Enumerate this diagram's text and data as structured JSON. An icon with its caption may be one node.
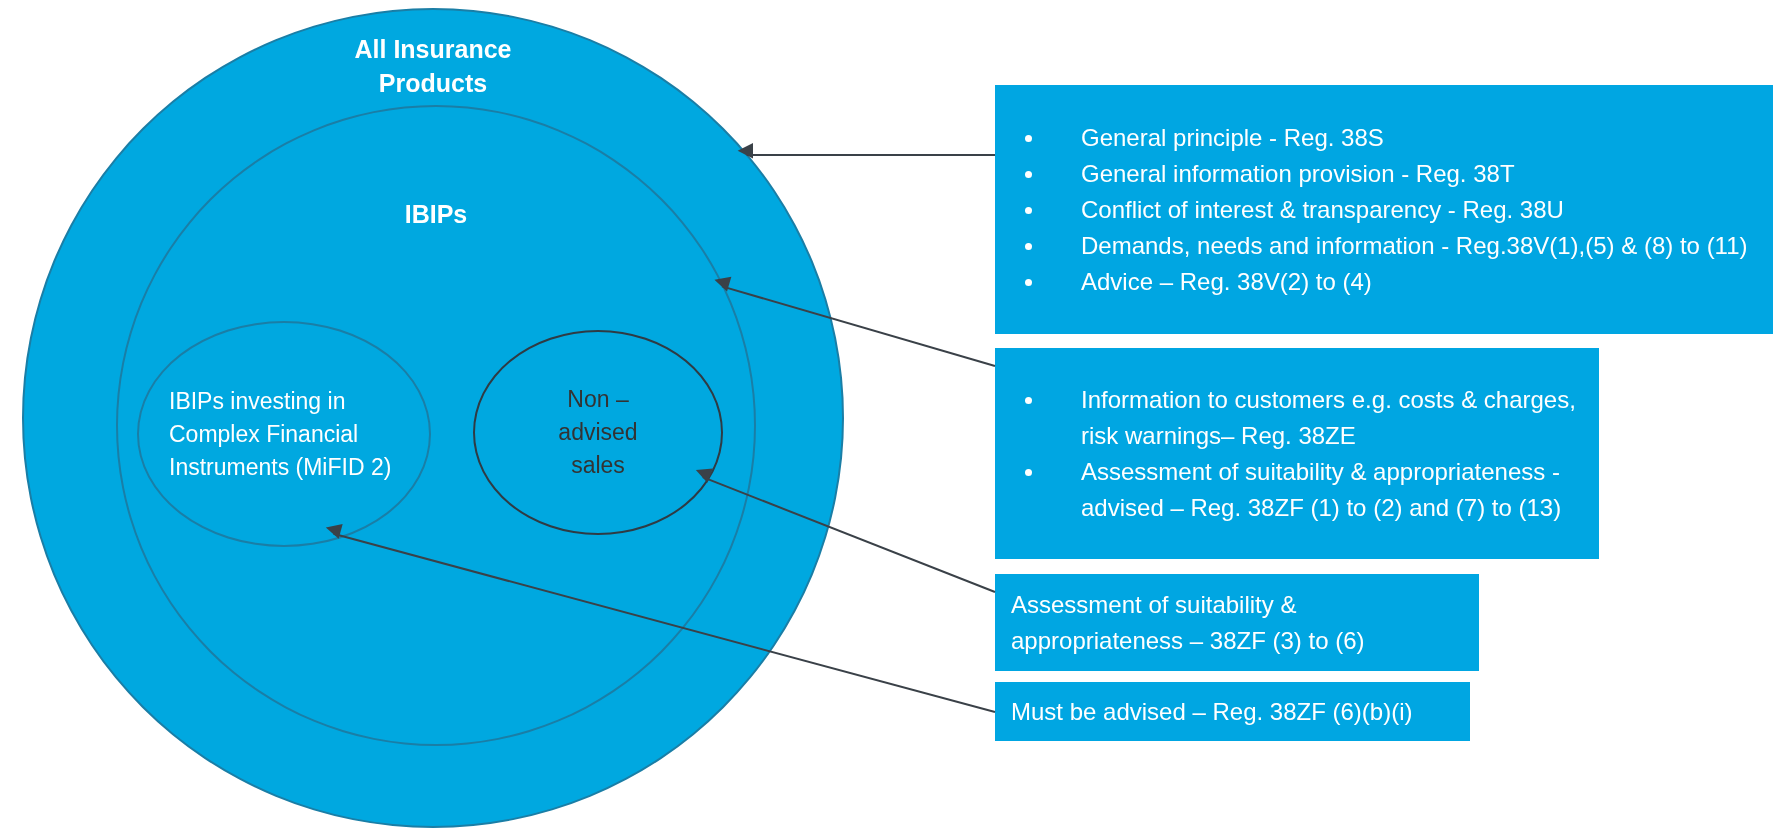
{
  "diagram": {
    "nodes": [
      {
        "text": [
          "All Insurance Products"
        ]
      },
      {
        "text": [
          "IBIPs"
        ],
        "in": 0
      },
      {
        "text": [
          "IBIPs investing in Complex Financial Instruments (MiFID 2)"
        ],
        "in": 1
      },
      {
        "text": [
          "Non – advised sales"
        ],
        "in": 1
      },
      {
        "text": [
          "General principle - Reg. 38S",
          "General information provision  - Reg. 38T",
          "Conflict of interest & transparency - Reg. 38U",
          "Demands, needs and information - Reg.38V(1),(5) & (8) to (11)",
          "Advice – Reg. 38V(2) to (4)"
        ]
      },
      {
        "text": [
          "Information to customers e.g. costs & charges, risk warnings– Reg. 38ZE",
          "Assessment of suitability & appropriateness - advised – Reg. 38ZF (1) to (2) and (7) to (13)"
        ]
      },
      {
        "text": [
          "Assessment of suitability & appropriateness – 38ZF (3) to (6)"
        ]
      },
      {
        "text": [
          "Must be advised – Reg. 38ZF (6)(b)(i)"
        ]
      }
    ],
    "edges": [
      {
        "from": 4,
        "to": 0,
        "arrow": "to"
      },
      {
        "from": 5,
        "to": 1,
        "arrow": "to"
      },
      {
        "from": 6,
        "to": 3,
        "arrow": "to"
      },
      {
        "from": 7,
        "to": 2,
        "arrow": "to"
      }
    ]
  }
}
